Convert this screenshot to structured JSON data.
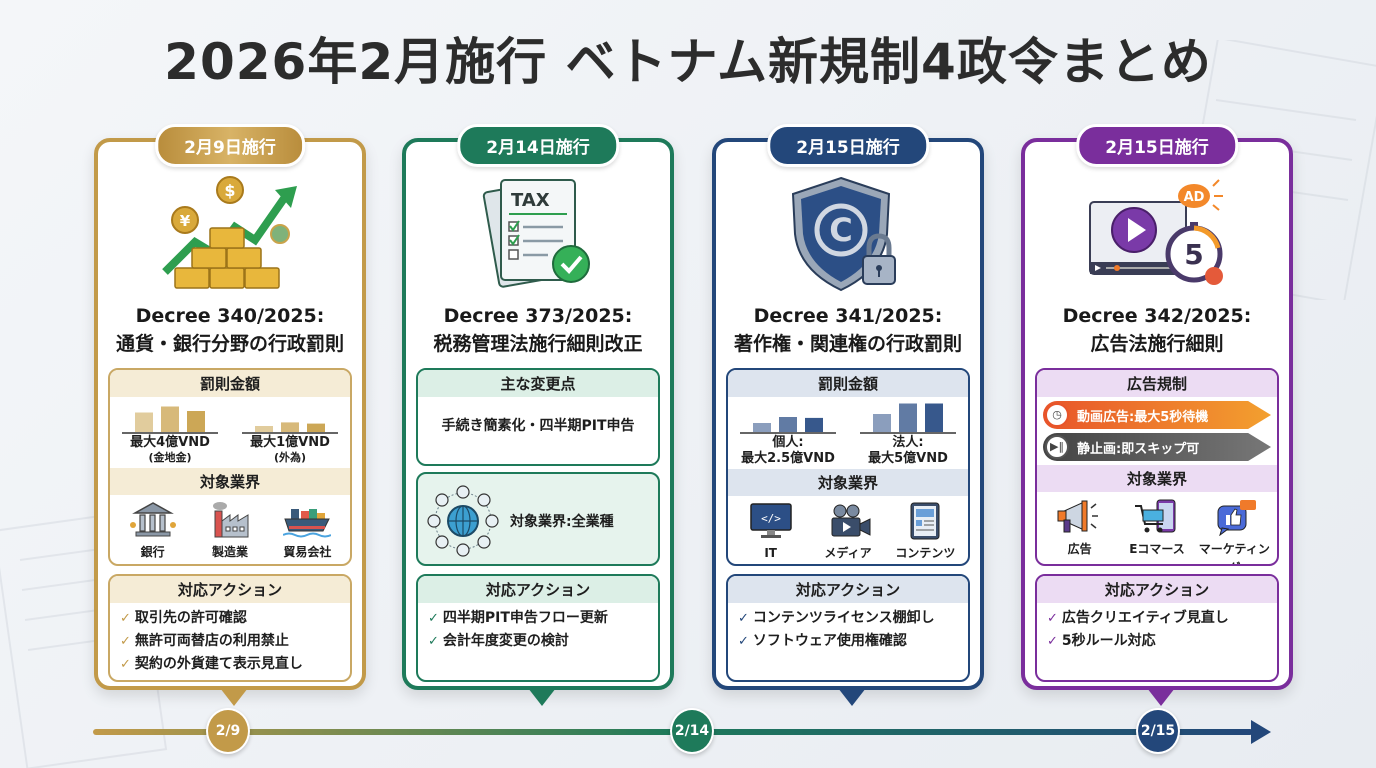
{
  "title": "2026年2月施行 ベトナム新規制4政令まとめ",
  "colors": {
    "gold": "#c29a49",
    "green": "#1e7a5a",
    "navy": "#23477a",
    "purple": "#7a2e9c"
  },
  "cards": [
    {
      "date_label": "2月9日施行",
      "hero_icon": "gold-bars-coins-growth-icon",
      "decree": "Decree 340/2025:",
      "subject": "通貨・銀行分野の行政罰則",
      "penalty": {
        "heading": "罰則金額",
        "items": [
          {
            "label": "最大4億VND",
            "sub": "(金地金)",
            "bars": [
              0.65,
              0.85,
              0.7
            ]
          },
          {
            "label": "最大1億VND",
            "sub": "(外為)",
            "bars": [
              0.2,
              0.32,
              0.28
            ]
          }
        ]
      },
      "industries": {
        "heading": "対象業界",
        "items": [
          {
            "label": "銀行",
            "icon": "bank-icon"
          },
          {
            "label": "製造業",
            "icon": "factory-icon"
          },
          {
            "label": "貿易会社",
            "icon": "cargo-ship-icon"
          }
        ]
      },
      "actions": {
        "heading": "対応アクション",
        "items": [
          "取引先の許可確認",
          "無許可両替店の利用禁止",
          "契約の外貨建て表示見直し"
        ]
      }
    },
    {
      "date_label": "2月14日施行",
      "hero_icon": "tax-document-check-icon",
      "decree": "Decree 373/2025:",
      "subject": "税務管理法施行細則改正",
      "changes": {
        "heading": "主な変更点",
        "text": "手続き簡素化・四半期PIT申告"
      },
      "industries": {
        "icon": "globe-network-icon",
        "text": "対象業界:全業種"
      },
      "actions": {
        "heading": "対応アクション",
        "items": [
          "四半期PIT申告フロー更新",
          "会計年度変更の検討"
        ]
      }
    },
    {
      "date_label": "2月15日施行",
      "hero_icon": "copyright-shield-lock-icon",
      "decree": "Decree 341/2025:",
      "subject": "著作権・関連権の行政罰則",
      "penalty": {
        "heading": "罰則金額",
        "items": [
          {
            "label": "個人:",
            "sub": "最大2.5億VND",
            "bars": [
              0.3,
              0.5,
              0.47
            ]
          },
          {
            "label": "法人:",
            "sub": "最大5億VND",
            "bars": [
              0.6,
              0.95,
              0.95
            ]
          }
        ]
      },
      "industries": {
        "heading": "対象業界",
        "items": [
          {
            "label": "IT",
            "icon": "code-monitor-icon"
          },
          {
            "label": "メディア",
            "icon": "video-camera-icon"
          },
          {
            "label": "コンテンツ",
            "icon": "tablet-content-icon"
          }
        ]
      },
      "actions": {
        "heading": "対応アクション",
        "items": [
          "コンテンツライセンス棚卸し",
          "ソフトウェア使用権確認"
        ]
      }
    },
    {
      "date_label": "2月15日施行",
      "hero_icon": "video-ad-stopwatch-icon",
      "hero_timer_value": "5",
      "hero_badge": "AD",
      "decree": "Decree 342/2025:",
      "subject": "広告法施行細則",
      "ad_rules": {
        "heading": "広告規制",
        "items": [
          {
            "text": "動画広告:最大5秒待機",
            "icon": "clock-icon"
          },
          {
            "text": "静止画:即スキップ可",
            "icon": "play-pause-icon"
          }
        ]
      },
      "industries": {
        "heading": "対象業界",
        "items": [
          {
            "label": "広告",
            "icon": "megaphone-icon"
          },
          {
            "label": "Eコマース",
            "icon": "shopping-cart-icon"
          },
          {
            "label": "マーケティング",
            "icon": "thumbs-up-chat-icon"
          }
        ]
      },
      "actions": {
        "heading": "対応アクション",
        "items": [
          "広告クリエイティブ見直し",
          "5秒ルール対応"
        ]
      }
    }
  ],
  "timeline": {
    "nodes": [
      {
        "label": "2/9",
        "color": "#c29a49"
      },
      {
        "label": "2/14",
        "color": "#1e7a5a"
      },
      {
        "label": "2/15",
        "color": "#23477a"
      }
    ]
  }
}
